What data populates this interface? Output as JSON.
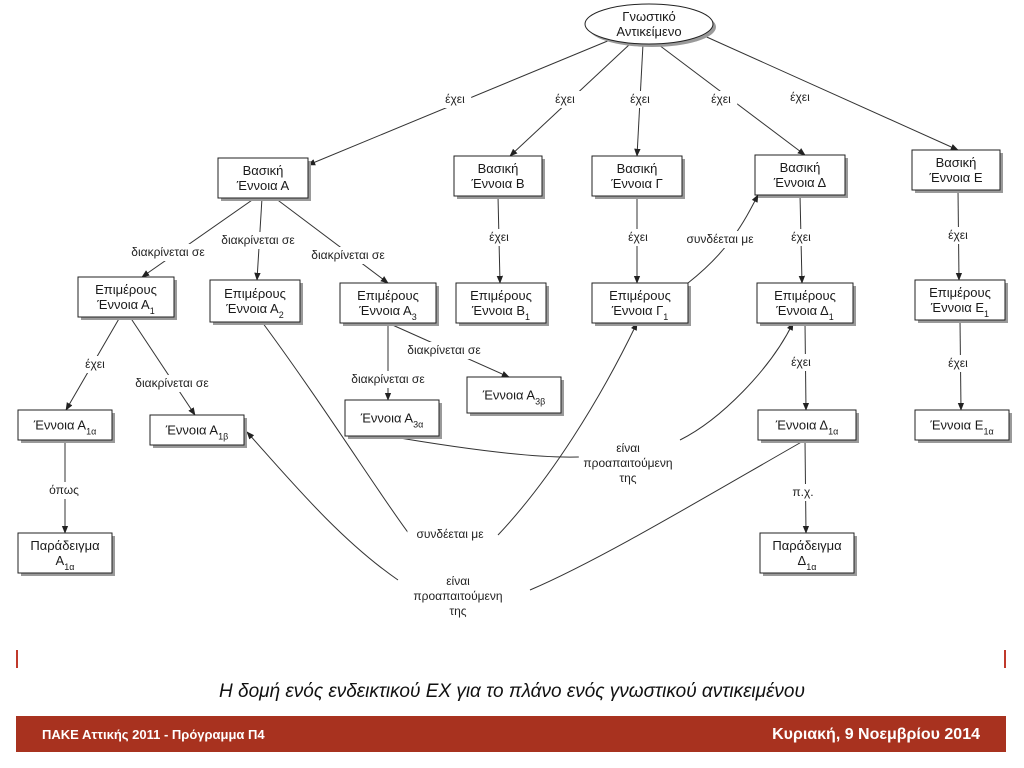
{
  "diagram": {
    "nodes": [
      {
        "id": "root",
        "shape": "ellipse",
        "lines": [
          "Γνωστικό",
          "Αντικείμενο"
        ]
      },
      {
        "id": "A",
        "lines": [
          "Βασική",
          "Έννοια Α"
        ]
      },
      {
        "id": "B",
        "lines": [
          "Βασική",
          "Έννοια Β"
        ]
      },
      {
        "id": "G",
        "lines": [
          "Βασική",
          "Έννοια Γ"
        ]
      },
      {
        "id": "D",
        "lines": [
          "Βασική",
          "Έννοια Δ"
        ]
      },
      {
        "id": "E",
        "lines": [
          "Βασική",
          "Έννοια Ε"
        ]
      },
      {
        "id": "A1",
        "lines": [
          "Επιμέρους",
          "Έννοια Α|1"
        ]
      },
      {
        "id": "A2",
        "lines": [
          "Επιμέρους",
          "Έννοια Α|2"
        ]
      },
      {
        "id": "A3",
        "lines": [
          "Επιμέρους",
          "Έννοια Α|3"
        ]
      },
      {
        "id": "B1",
        "lines": [
          "Επιμέρους",
          "Έννοια Β|1"
        ]
      },
      {
        "id": "G1",
        "lines": [
          "Επιμέρους",
          "Έννοια Γ|1"
        ]
      },
      {
        "id": "D1",
        "lines": [
          "Επιμέρους",
          "Έννοια Δ|1"
        ]
      },
      {
        "id": "E1",
        "lines": [
          "Επιμέρους",
          "Έννοια Ε|1"
        ]
      },
      {
        "id": "A1a",
        "lines": [
          "Έννοια Α|1α"
        ]
      },
      {
        "id": "A1b",
        "lines": [
          "Έννοια Α|1β"
        ]
      },
      {
        "id": "A3a",
        "lines": [
          "Έννοια Α|3α"
        ]
      },
      {
        "id": "A3b",
        "lines": [
          "Έννοια Α|3β"
        ]
      },
      {
        "id": "D1a",
        "lines": [
          "Έννοια Δ|1α"
        ]
      },
      {
        "id": "E1a",
        "lines": [
          "Έννοια Ε|1α"
        ]
      },
      {
        "id": "ExA1a",
        "lines": [
          "Παράδειγμα",
          "Α|1α"
        ]
      },
      {
        "id": "ExD1a",
        "lines": [
          "Παράδειγμα",
          "Δ|1α"
        ]
      }
    ],
    "links": [
      {
        "id": "root-A",
        "label": "έχει"
      },
      {
        "id": "root-B",
        "label": "έχει"
      },
      {
        "id": "root-G",
        "label": "έχει"
      },
      {
        "id": "root-D",
        "label": "έχει"
      },
      {
        "id": "root-E",
        "label": "έχει"
      },
      {
        "id": "A-A1",
        "label": "διακρίνεται σε"
      },
      {
        "id": "A-A2",
        "label": "διακρίνεται σε"
      },
      {
        "id": "A-A3",
        "label": "διακρίνεται σε"
      },
      {
        "id": "B-B1",
        "label": "έχει"
      },
      {
        "id": "G-G1",
        "label": "έχει"
      },
      {
        "id": "G1-D",
        "label": "συνδέεται με"
      },
      {
        "id": "D-D1",
        "label": "έχει"
      },
      {
        "id": "E-E1",
        "label": "έχει"
      },
      {
        "id": "A1-A1a",
        "label": "έχει"
      },
      {
        "id": "A1-A1b",
        "label": "διακρίνεται σε"
      },
      {
        "id": "A3-A3b",
        "label": "διακρίνεται σε"
      },
      {
        "id": "A3-A3a",
        "label": "διακρίνεται σε"
      },
      {
        "id": "D1-D1a",
        "label": "έχει"
      },
      {
        "id": "E1-E1a",
        "label": "έχει"
      },
      {
        "id": "A1a-Ex",
        "label": "όπως"
      },
      {
        "id": "D1a-Ex",
        "label": "π.χ."
      },
      {
        "id": "A3a-D1",
        "label": "είναι\nπροαπαιτούμενη\nτης"
      },
      {
        "id": "A2-G1",
        "label": "συνδέεται με"
      },
      {
        "id": "D1a-A1b",
        "label": "είναι\nπροαπαιτούμενη\nτης"
      }
    ]
  },
  "caption": "Η δομή ενός ενδεικτικού ΕΧ για το πλάνο ενός γνωστικού αντικειμένου",
  "footer": {
    "left": "ΠΑΚΕ Αττικής 2011 - Πρόγραμμα Π4",
    "right": "Κυριακή, 9 Νοεμβρίου 2014"
  },
  "colors": {
    "footer_bg": "#a8321f",
    "accent_bar": "#c0392b"
  }
}
